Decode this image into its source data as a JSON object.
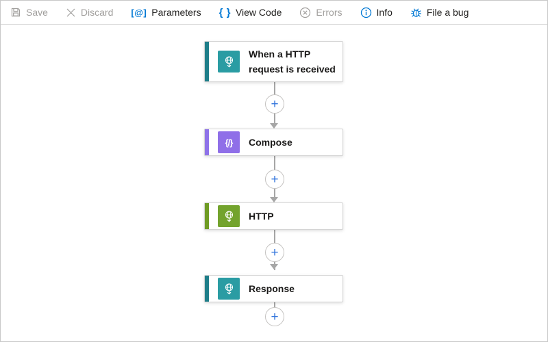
{
  "toolbar": {
    "items": [
      {
        "label": "Save",
        "icon": "save-icon",
        "disabled": true
      },
      {
        "label": "Discard",
        "icon": "discard-icon",
        "disabled": true
      },
      {
        "label": "Parameters",
        "icon": "parameters-icon",
        "disabled": false,
        "glyph": "[@]"
      },
      {
        "label": "View Code",
        "icon": "view-code-icon",
        "disabled": false,
        "glyph": "{ }"
      },
      {
        "label": "Errors",
        "icon": "errors-icon",
        "disabled": true
      },
      {
        "label": "Info",
        "icon": "info-icon",
        "disabled": false
      },
      {
        "label": "File a bug",
        "icon": "bug-icon",
        "disabled": false
      }
    ]
  },
  "workflow": {
    "nodes": [
      {
        "title": "When a HTTP request is received",
        "kind": "trigger",
        "icon": "http-request-icon",
        "accent": "#1e7e89",
        "icon_bg": "#2a9ca3"
      },
      {
        "title": "Compose",
        "kind": "action",
        "icon": "compose-icon",
        "accent": "#8e72e9",
        "icon_bg": "#8f6fe8",
        "glyph": "{/}"
      },
      {
        "title": "HTTP",
        "kind": "action",
        "icon": "http-icon",
        "accent": "#6e9b23",
        "icon_bg": "#73a32d"
      },
      {
        "title": "Response",
        "kind": "action",
        "icon": "response-icon",
        "accent": "#1e7e89",
        "icon_bg": "#2a9ca3"
      }
    ],
    "insert_button_symbol": "+"
  },
  "colors": {
    "toolbar_icon_blue": "#0078d4",
    "plus_blue": "#3174dc",
    "connector_gray": "#a6a6a6",
    "disabled_text": "#a19f9d",
    "text": "#201f1e"
  }
}
